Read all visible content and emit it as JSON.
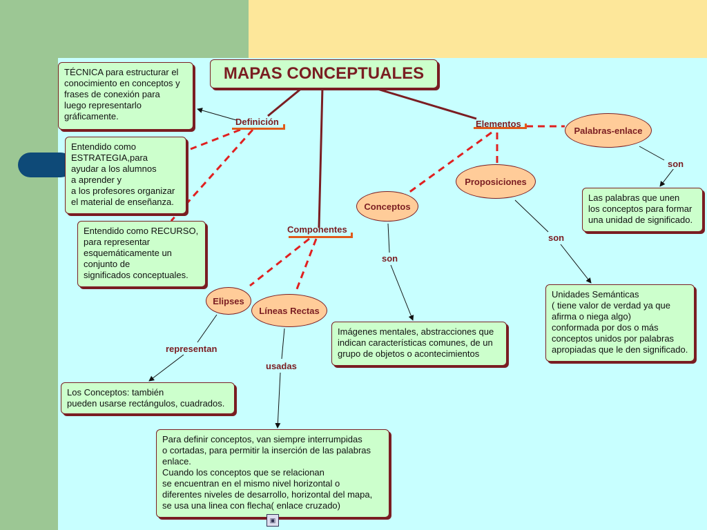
{
  "title": "MAPAS CONCEPTUALES",
  "nodes": {
    "definicion": "Definición",
    "componentes": "Componentes",
    "elementos": "Elementos",
    "palabras_enlace": "Palabras-enlace",
    "proposiciones": "Proposiciones",
    "conceptos": "Conceptos",
    "elipses": "Elipses",
    "lineas_rectas": "Líneas Rectas"
  },
  "links": {
    "son_palabras": "son",
    "son_proposiciones": "son",
    "son_conceptos": "son",
    "representan": "representan",
    "usadas": "usadas"
  },
  "boxes": {
    "tecnica": "TÉCNICA para estructurar el\nconocimiento en conceptos y\nfrases de conexión para\nluego representarlo\ngráficamente.",
    "estrategia": "Entendido como\nESTRATEGIA,para\nayudar a los alumnos\na aprender y\na los profesores organizar\nel material de enseñanza.",
    "recurso": "Entendido como RECURSO,\npara representar\nesquemáticamente un\nconjunto de\nsignificados conceptuales.",
    "palabras_def": "Las palabras que unen\nlos conceptos para formar\nuna unidad de significado.",
    "unidades": "Unidades Semánticas\n( tiene valor de verdad ya que\nafirma o niega algo)\nconformada por dos o más\nconceptos unidos por palabras\napropiadas que le den significado.",
    "imagenes": "Imágenes mentales, abstracciones que\nindican características comunes, de un\n grupo de objetos o acontecimientos",
    "los_conceptos": "Los Conceptos: también\npueden usarse rectángulos, cuadrados.",
    "para_definir": "Para definir conceptos, van siempre interrumpidas\no cortadas, para permitir la inserción de las palabras\nenlace.\nCuando los conceptos que se relacionan\nse encuentran en el mismo nivel horizontal o\ndiferentes niveles de desarrollo, horizontal del mapa,\nse usa una linea con flecha( enlace cruzado)"
  },
  "colors": {
    "background_left": "#9cc794",
    "background_top": "#fde79a",
    "canvas": "#c8ffff",
    "box_fill": "#ccffcc",
    "ellipse_fill": "#ffcc99",
    "text_accent": "#7a1d22",
    "dashed_line": "#e02020",
    "pill": "#0e4a78"
  }
}
